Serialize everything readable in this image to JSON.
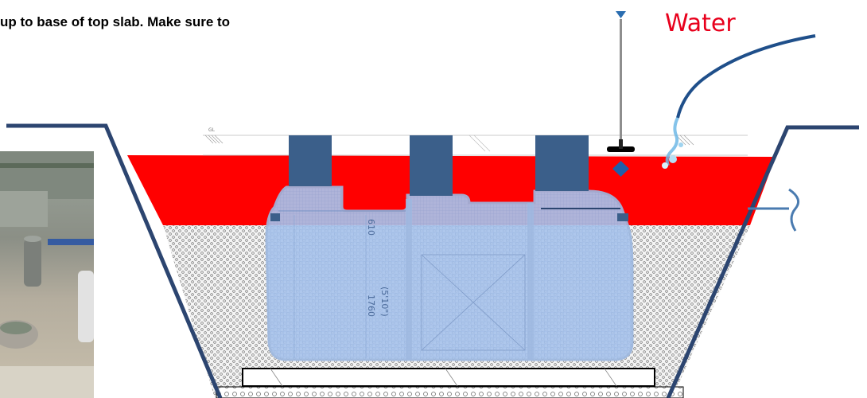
{
  "instruction_text": "up to base of top slab. Make sure to",
  "water_label": "Water",
  "tank_dim_main": "1760",
  "tank_dim_sub": "(5'10\")",
  "tank_dim_upper": "610",
  "ground_level_mark": "GL",
  "colors": {
    "water_fill": "#ff0000",
    "tank_blue": "#9bbbe6",
    "riser_blue": "#3b5f8a",
    "excavation_line": "#2c4570",
    "water_label": "#e8001c",
    "pipe_blue": "#4a7bb0"
  },
  "icons": {
    "level_gauge": "water-level-gauge-icon",
    "pipe": "curved-hose-icon"
  }
}
